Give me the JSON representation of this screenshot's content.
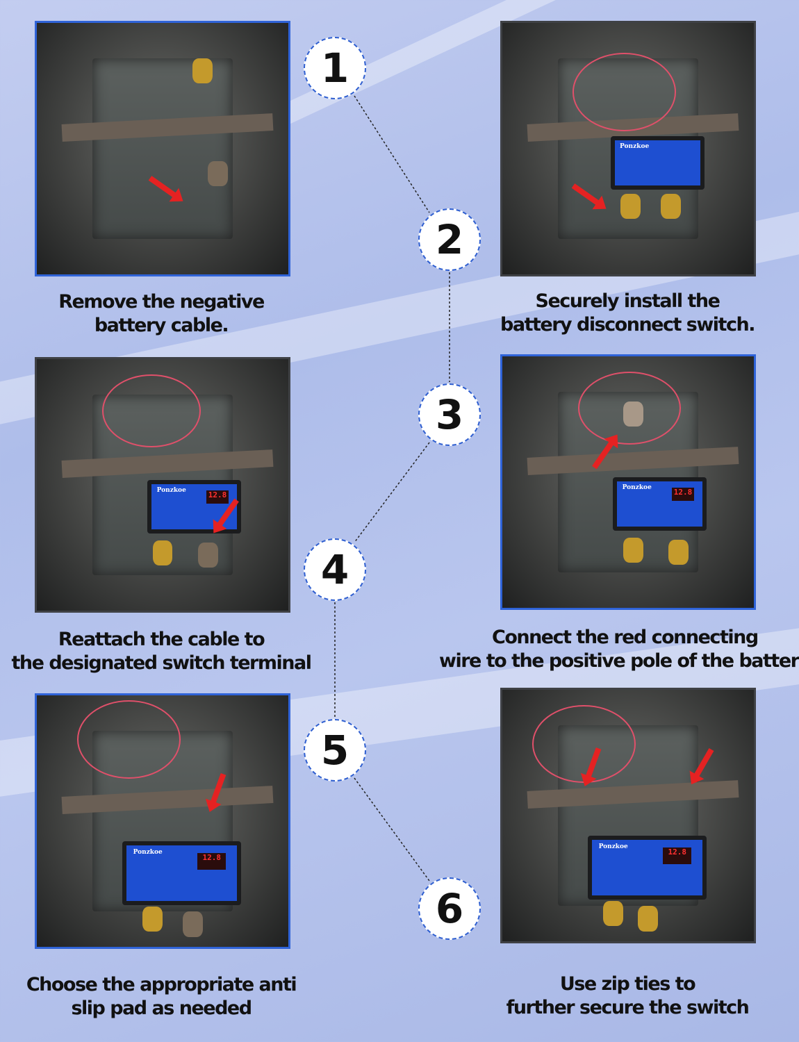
{
  "steps": [
    {
      "number": "1",
      "caption_line1": "Remove the negative",
      "caption_line2": "battery cable."
    },
    {
      "number": "2",
      "caption_line1": "Securely install the",
      "caption_line2": "battery disconnect switch."
    },
    {
      "number": "3",
      "caption_line1": "Reattach the cable to",
      "caption_line2": "the designated switch terminal"
    },
    {
      "number": "4",
      "caption_line1": "Connect the red connecting",
      "caption_line2": "wire to the positive pole of the batter"
    },
    {
      "number": "5",
      "caption_line1": "Choose the appropriate anti",
      "caption_line2": "slip pad as needed"
    },
    {
      "number": "6",
      "caption_line1": "Use zip ties to",
      "caption_line2": "further secure the switch"
    }
  ],
  "device": {
    "brand": "Ponzkoe",
    "display_value": "12.8"
  },
  "colors": {
    "background": "#b4c2ec",
    "circle_border": "#2f5fd0",
    "arrow": "#e52222",
    "device": "#1e4fd1"
  }
}
